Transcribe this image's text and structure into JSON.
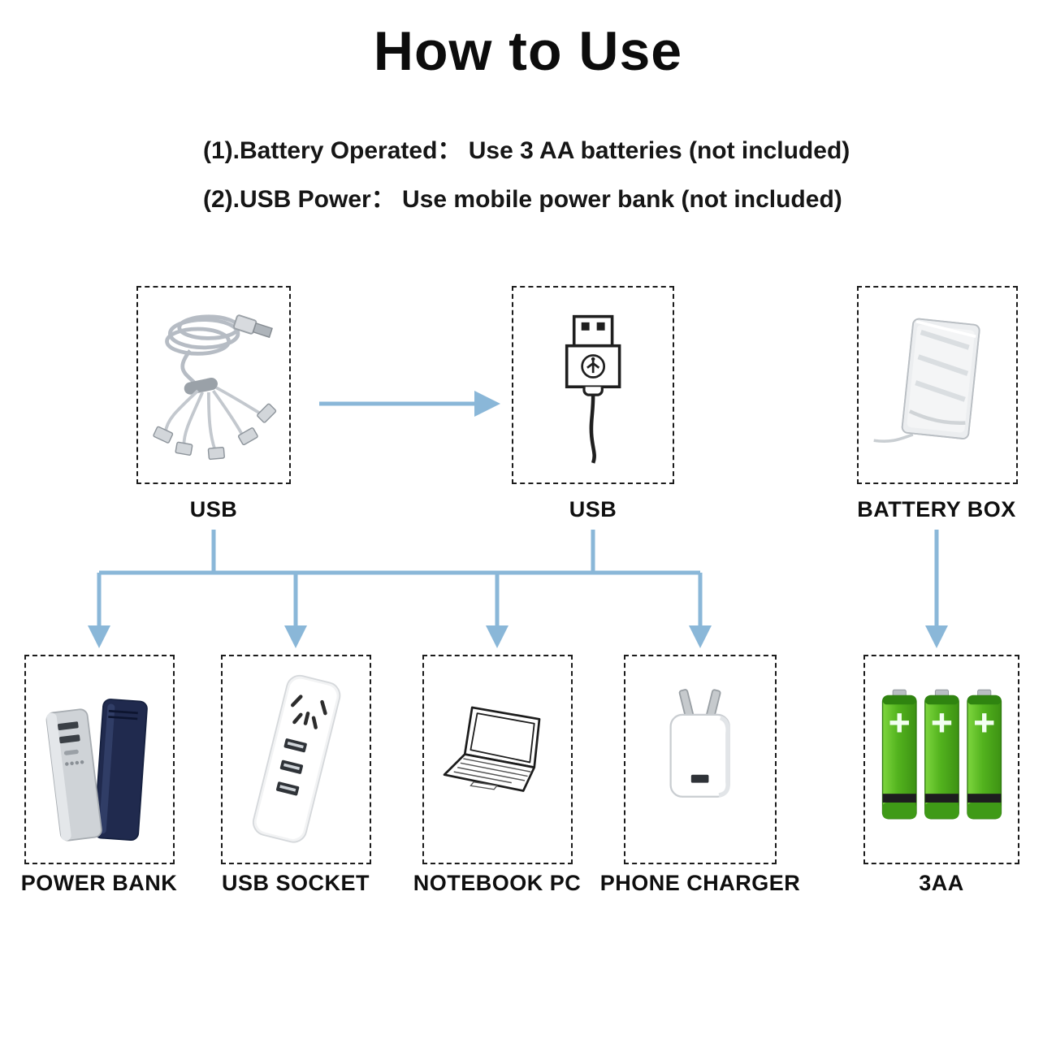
{
  "title": "How to Use",
  "instructions": {
    "line1": "(1).Battery Operated： Use 3 AA batteries (not included)",
    "line2": "(2).USB Power： Use mobile power bank (not included)"
  },
  "top_row": [
    {
      "label": "USB",
      "icon": "usb-splitter-cable-icon"
    },
    {
      "label": "USB",
      "icon": "usb-plug-icon"
    },
    {
      "label": "BATTERY BOX",
      "icon": "battery-box-icon"
    }
  ],
  "bottom_row": [
    {
      "label": "POWER BANK",
      "icon": "power-bank-icon"
    },
    {
      "label": "USB SOCKET",
      "icon": "usb-socket-icon"
    },
    {
      "label": "NOTEBOOK PC",
      "icon": "notebook-pc-icon"
    },
    {
      "label": "PHONE CHARGER",
      "icon": "phone-charger-icon"
    },
    {
      "label": "3AA",
      "icon": "aa-batteries-icon"
    }
  ],
  "colors": {
    "arrow_blue": "#8ab7d8",
    "battery_green": "#53b31e",
    "power_bank_navy": "#202a4e",
    "dashed_border": "#1c1c1c"
  }
}
